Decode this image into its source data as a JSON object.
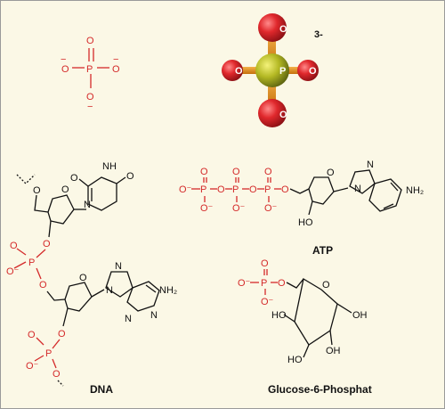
{
  "phosphate_2d": {
    "P": "P",
    "O": "O",
    "charge": "−"
  },
  "phosphate_3d": {
    "P": "P",
    "O": "O",
    "charge": "3-"
  },
  "labels": {
    "dna": "DNA",
    "atp": "ATP",
    "g6p": "Glucose-6-Phosphat"
  },
  "atoms": {
    "NH": "NH",
    "N": "N",
    "O": "O",
    "NH2": "NH₂",
    "HO": "HO",
    "OH": "OH",
    "O_minus": "O⁻"
  },
  "colors": {
    "background": "#fbf8e6",
    "phosphate": "#d42a2a",
    "bond": "#111111",
    "sphere_O": "#d8262b",
    "sphere_P": "#a8b21e",
    "bond_3d": "#e89a1a"
  }
}
